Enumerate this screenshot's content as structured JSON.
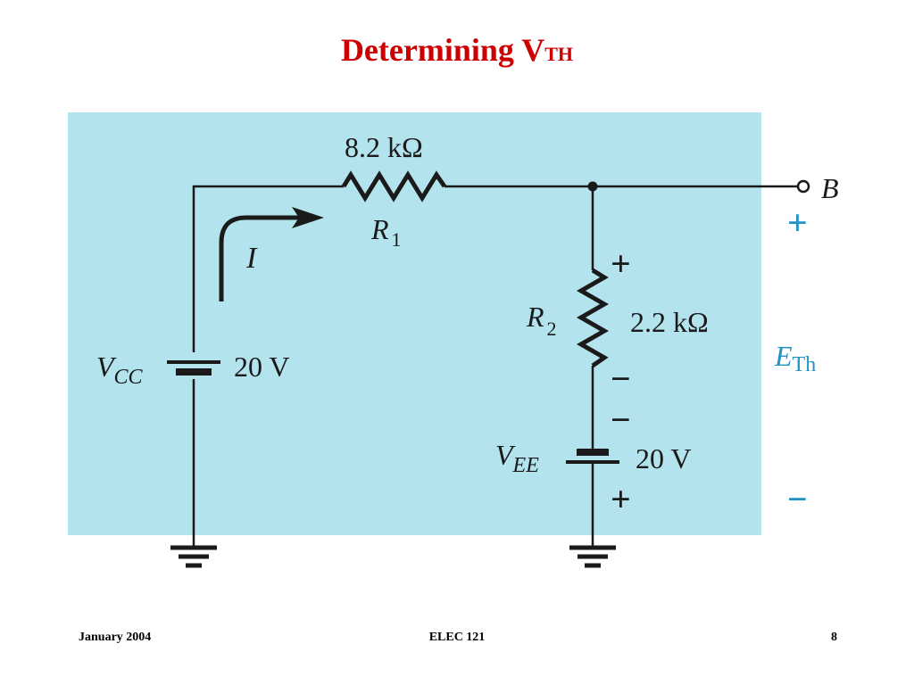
{
  "slide": {
    "title_main": "Determining V",
    "title_sub": "TH"
  },
  "circuit": {
    "r1_value": "8.2 kΩ",
    "r1_name": "R",
    "r1_index": "1",
    "r2_name": "R",
    "r2_index": "2",
    "r2_value": "2.2 kΩ",
    "current_label": "I",
    "vcc_name": "V",
    "vcc_sub": "CC",
    "vcc_value": "20 V",
    "vee_name": "V",
    "vee_sub": "EE",
    "vee_value": "20 V",
    "node_label": "B",
    "eth_name": "E",
    "eth_sub": "Th",
    "r2_plus": "+",
    "r2_minus": "−",
    "vee_minus": "−",
    "vee_plus": "+",
    "eth_plus": "+",
    "eth_minus": "−",
    "colors": {
      "panel": "#b3e3ed",
      "wire": "#1a1a1a",
      "accent": "#1f93c6"
    }
  },
  "footer": {
    "date": "January 2004",
    "course": "ELEC 121",
    "page": "8"
  }
}
